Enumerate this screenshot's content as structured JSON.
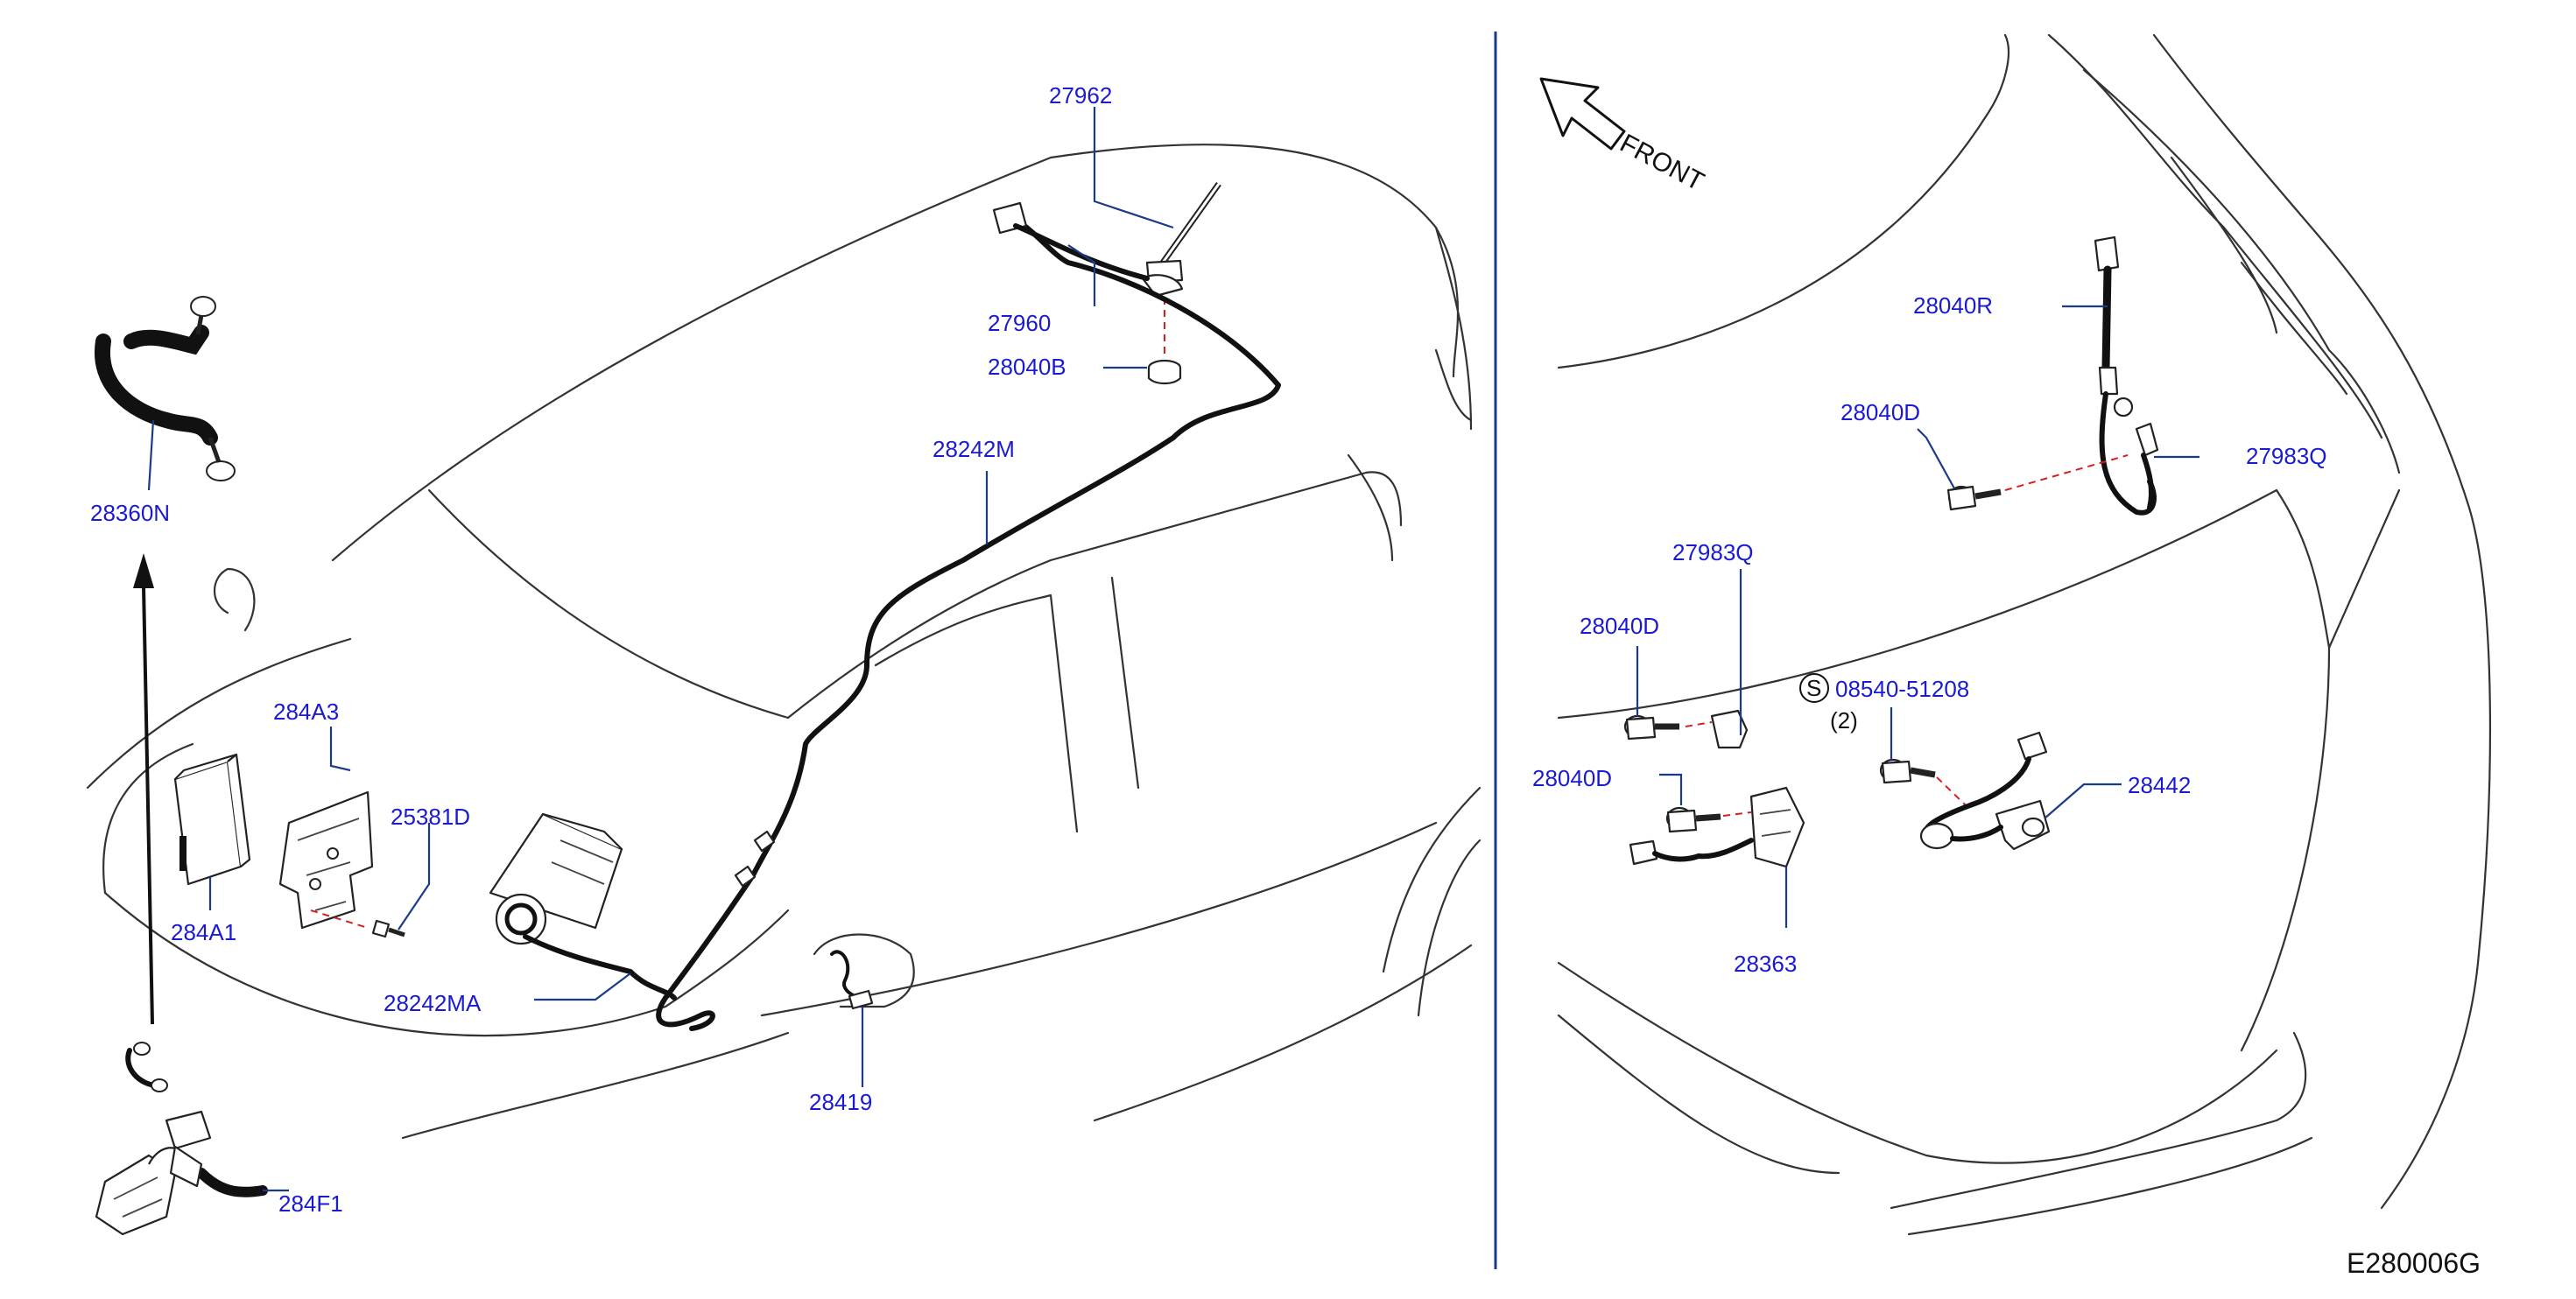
{
  "labels": {
    "p27962": "27962",
    "p27960": "27960",
    "p28040B": "28040B",
    "p28242M": "28242M",
    "p28360N": "28360N",
    "p284A3": "284A3",
    "p25381D": "25381D",
    "p284A1": "284A1",
    "p28242MA": "28242MA",
    "p28419": "28419",
    "p284F1": "284F1",
    "p28040R": "28040R",
    "p28040D_a": "28040D",
    "p27983Q_a": "27983Q",
    "p27983Q_b": "27983Q",
    "p28040D_b": "28040D",
    "p08540": "08540-51208",
    "p08540_qty": "(2)",
    "p08540_mark": "S",
    "p28040D_c": "28040D",
    "p28442": "28442",
    "p28363": "28363"
  },
  "front_label": "FRONT",
  "diagram_code": "E280006G",
  "colors": {
    "label_text": "#1a1ad0",
    "leader_line": "#1a3a8a",
    "dashed_guide": "#d32020",
    "divider": "#1a3a8a"
  }
}
